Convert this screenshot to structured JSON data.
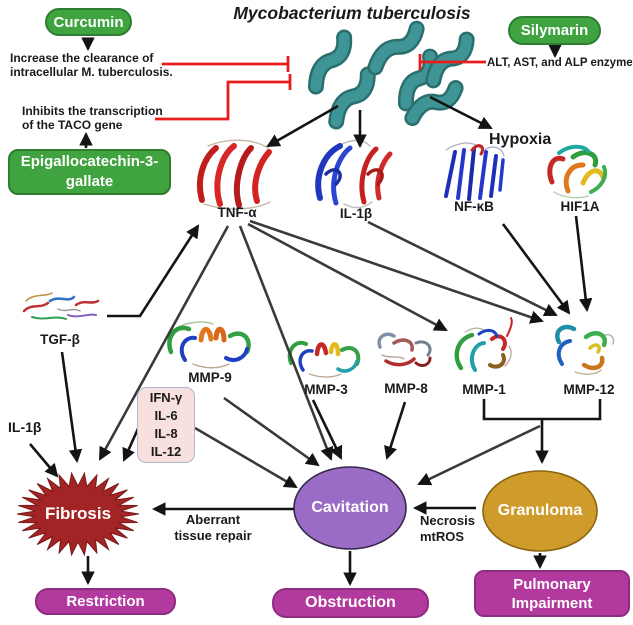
{
  "title": "Mycobacterium tuberculosis",
  "compound_boxes": {
    "curcumin": "Curcumin",
    "silymarin": "Silymarin",
    "egcg": "Epigallocatechin-3-\ngallate"
  },
  "annotations": {
    "clearance": "Increase the clearance of\nintracellular M. tuberculosis.",
    "taco": "Inhibits the transcription\nof the TACO gene",
    "enzymes": "ALT, AST, and ALP enzyme",
    "hypoxia": "Hypoxia",
    "il1b_side": "IL-1β",
    "aberrant": "Aberrant\ntissue repair",
    "necrosis": "Necrosis\nmtROS"
  },
  "cytokine_box": "IFN-γ\nIL-6\nIL-8\nIL-12",
  "proteins": {
    "tnf": "TNF-α",
    "il1b": "IL-1β",
    "nfkb": "NF-κB",
    "hif1a": "HIF1A",
    "tgfb": "TGF-β",
    "mmp9": "MMP-9",
    "mmp3": "MMP-3",
    "mmp8": "MMP-8",
    "mmp1": "MMP-1",
    "mmp12": "MMP-12"
  },
  "outcomes": {
    "fibrosis": "Fibrosis",
    "cavitation": "Cavitation",
    "granuloma": "Granuloma",
    "restriction": "Restriction",
    "obstruction": "Obstruction",
    "pulmonary": "Pulmonary\nImpairment"
  },
  "colors": {
    "compound_green": "#3fa33f",
    "outcome_magenta": "#b23a9e",
    "fibrosis_red": "#a32424",
    "cavitation_purple": "#9a6cc5",
    "granuloma_gold": "#cf9b2a",
    "inhibition_red": "#e81c1c",
    "bacteria_teal": "#3f9595",
    "cytokine_box_pink": "#f8e0de",
    "arrow_black": "#141414"
  }
}
